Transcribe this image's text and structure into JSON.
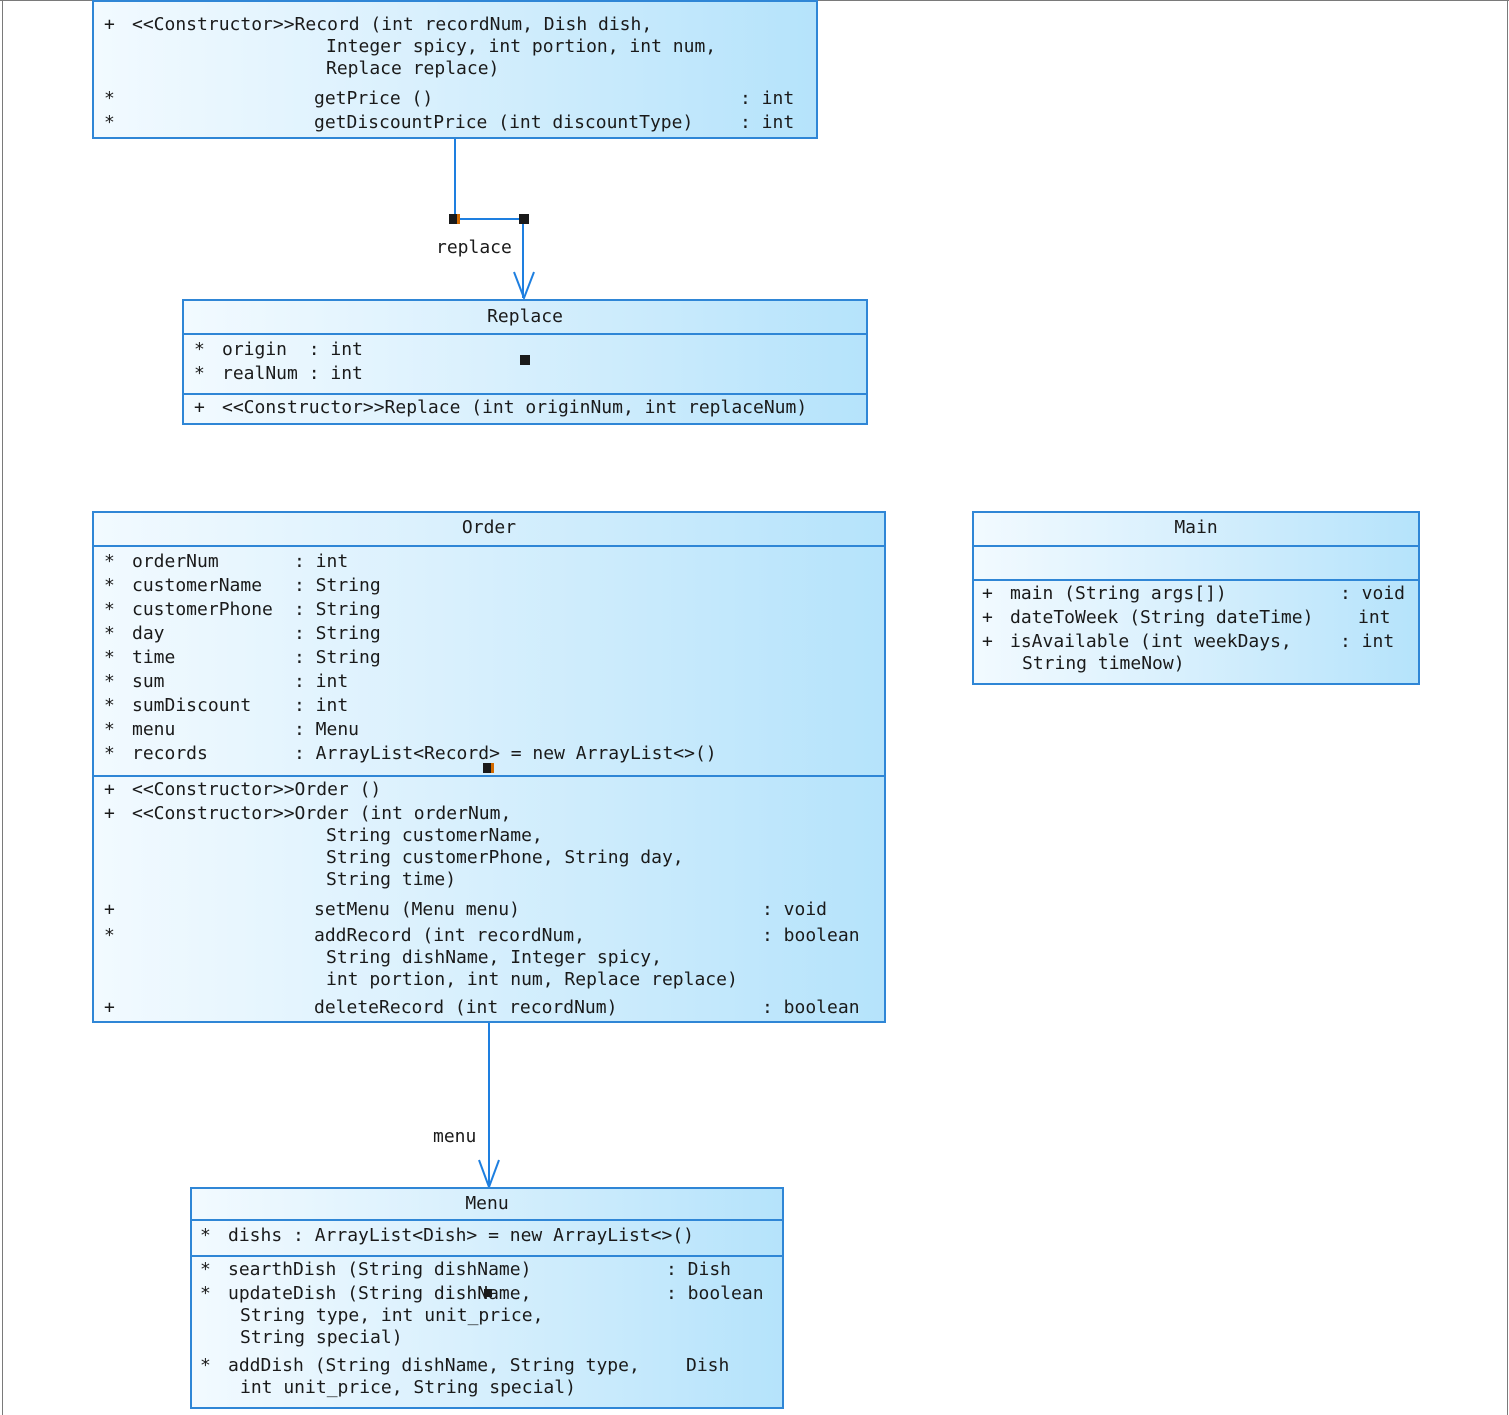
{
  "record": {
    "constructor": {
      "vis": "+",
      "l1": "<<Constructor>>Record (int recordNum, Dish dish,",
      "l2": "Integer spicy, int portion, int num,",
      "l3": "Replace replace)"
    },
    "ops": [
      {
        "vis": "*",
        "name": "getPrice ()",
        "type": ": int"
      },
      {
        "vis": "*",
        "name": "getDiscountPrice (int discountType)",
        "type": ": int"
      }
    ]
  },
  "links": {
    "replace_label": "replace",
    "menu_label": "menu"
  },
  "replace": {
    "title": "Replace",
    "attrs": [
      {
        "vis": "*",
        "text": "origin  : int"
      },
      {
        "vis": "*",
        "text": "realNum : int"
      }
    ],
    "constructor": {
      "vis": "+",
      "text": "<<Constructor>>Replace (int originNum, int replaceNum)"
    }
  },
  "order": {
    "title": "Order",
    "attrs": [
      {
        "vis": "*",
        "name": "orderNum",
        "type": ": int"
      },
      {
        "vis": "*",
        "name": "customerName",
        "type": ": String"
      },
      {
        "vis": "*",
        "name": "customerPhone",
        "type": ": String"
      },
      {
        "vis": "*",
        "name": "day",
        "type": ": String"
      },
      {
        "vis": "*",
        "name": "time",
        "type": ": String"
      },
      {
        "vis": "*",
        "name": "sum",
        "type": ": int"
      },
      {
        "vis": "*",
        "name": "sumDiscount",
        "type": ": int"
      },
      {
        "vis": "*",
        "name": "menu",
        "type": ": Menu"
      },
      {
        "vis": "*",
        "name": "records",
        "type": ": ArrayList<Record> = new ArrayList<>()"
      }
    ],
    "ctor1": {
      "vis": "+",
      "text": "<<Constructor>>Order ()"
    },
    "ctor2": {
      "vis": "+",
      "l1": "<<Constructor>>Order (int orderNum,",
      "l2": "String customerName,",
      "l3": "String customerPhone, String day,",
      "l4": "String time)"
    },
    "setMenu": {
      "vis": "+",
      "name": "setMenu (Menu menu)",
      "type": ": void"
    },
    "addRecord": {
      "vis": "*",
      "l1": "addRecord (int recordNum,",
      "l2": "String dishName, Integer spicy,",
      "l3": "int portion, int num, Replace replace)",
      "type": ": boolean"
    },
    "deleteRecord": {
      "vis": "+",
      "name": "deleteRecord (int recordNum)",
      "type": ": boolean"
    }
  },
  "main": {
    "title": "Main",
    "ops": [
      {
        "vis": "+",
        "name": "main (String args[])",
        "type": ": void"
      },
      {
        "vis": "+",
        "name": "dateToWeek (String dateTime)",
        "type": "int"
      },
      {
        "vis": "+",
        "name": "isAvailable (int weekDays,",
        "type": ": int",
        "cont": "String timeNow)"
      }
    ]
  },
  "menu": {
    "title": "Menu",
    "attr": {
      "vis": "*",
      "text": "dishs : ArrayList<Dish> = new ArrayList<>()"
    },
    "searth": {
      "vis": "*",
      "name": "searthDish (String dishName)",
      "type": ": Dish"
    },
    "update": {
      "vis": "*",
      "l1": "updateDish (String dishName,",
      "l2": "String type, int unit_price,",
      "l3": "String special)",
      "type": ": boolean"
    },
    "add": {
      "vis": "*",
      "l1": "addDish (String dishName, String type,",
      "l2": "int unit_price, String special)",
      "type": "Dish"
    }
  }
}
